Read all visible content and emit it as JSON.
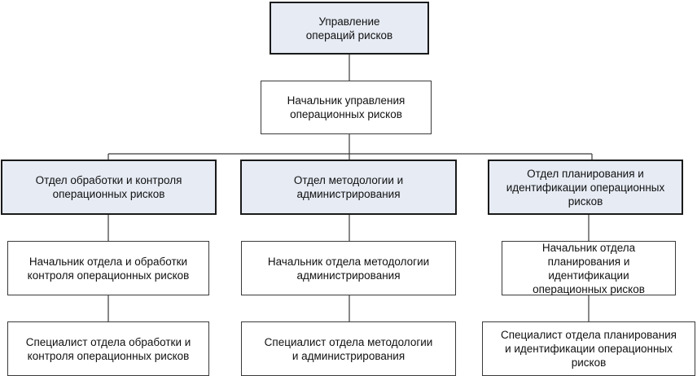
{
  "diagram": {
    "top": {
      "title": "Управление\nопераций рисков",
      "manager": "Начальник управления\nоперационных рисков"
    },
    "departments": [
      {
        "name": "Отдел обработки и контроля\nоперационных рисков",
        "head": "Начальник отдела и обработки\nконтроля операционных рисков",
        "specialist": "Специалист отдела обработки и\nконтроля операционных рисков"
      },
      {
        "name": "Отдел методологии и\nадминистрирования",
        "head": "Начальник отдела методологии\nадминистрирования",
        "specialist": "Специалист отдела методологии\nи администрирования"
      },
      {
        "name": "Отдел планирования и\nидентификации операционных\nрисков",
        "head": "Начальник отдела\nпланирования и\nидентификации\nоперационных рисков",
        "specialist": "Специалист отдела планирования\nи идентификации операционных\nрисков"
      }
    ],
    "colors": {
      "header_fill": "#e6ebf4",
      "border": "#1a1a1a",
      "line": "#3a3a3a"
    }
  }
}
